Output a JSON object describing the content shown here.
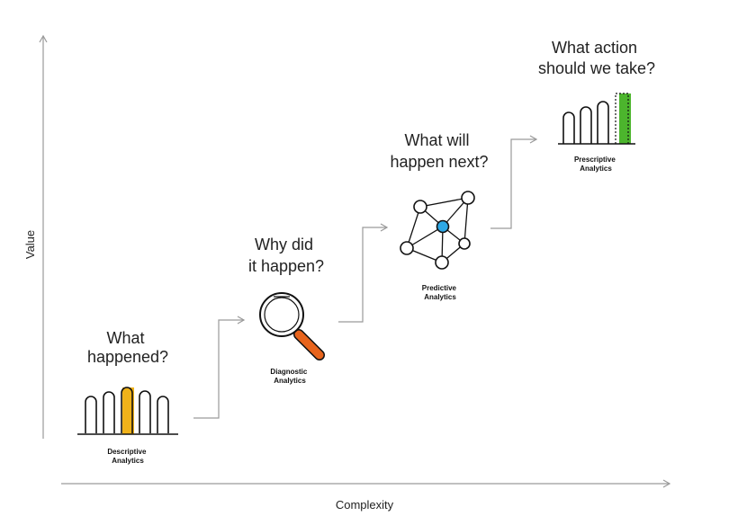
{
  "axes": {
    "y_label": "Value",
    "x_label": "Complexity"
  },
  "stages": [
    {
      "id": "descriptive",
      "question_lines": [
        "What",
        "happened?"
      ],
      "label_lines": [
        "Descriptive",
        "Analytics"
      ],
      "accent": "#f0b21a",
      "icon": "bar-chart-icon"
    },
    {
      "id": "diagnostic",
      "question_lines": [
        "Why did",
        "it happen?"
      ],
      "label_lines": [
        "Diagnostic",
        "Analytics"
      ],
      "accent": "#e8641c",
      "icon": "magnifying-glass-icon"
    },
    {
      "id": "predictive",
      "question_lines": [
        "What will",
        "happen next?"
      ],
      "label_lines": [
        "Predictive",
        "Analytics"
      ],
      "accent": "#2ea8e6",
      "icon": "network-icon"
    },
    {
      "id": "prescriptive",
      "question_lines": [
        "What action",
        "should we take?"
      ],
      "label_lines": [
        "Prescriptive",
        "Analytics"
      ],
      "accent": "#4cb52d",
      "icon": "bar-chart-icon"
    }
  ]
}
